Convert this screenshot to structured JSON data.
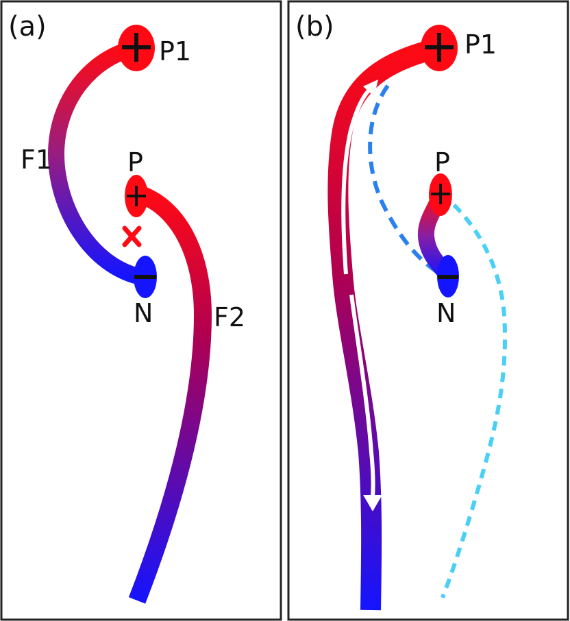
{
  "panels": [
    {
      "id": "a",
      "label": "(a)",
      "nodes": {
        "p1": "P1",
        "p": "P",
        "n": "N"
      },
      "fluxes": {
        "f1": "F1",
        "f2": "F2"
      },
      "marker": "x"
    },
    {
      "id": "b",
      "label": "(b)",
      "nodes": {
        "p1": "P1",
        "p": "P",
        "n": "N"
      }
    }
  ],
  "colors": {
    "positive": "#ff0a14",
    "negative": "#1414ff",
    "mixed": "#b00050",
    "dashed_dark": "#2a80ee",
    "dashed_light": "#4ad0f6",
    "arrow": "#ffffff",
    "frame": "#222222"
  }
}
